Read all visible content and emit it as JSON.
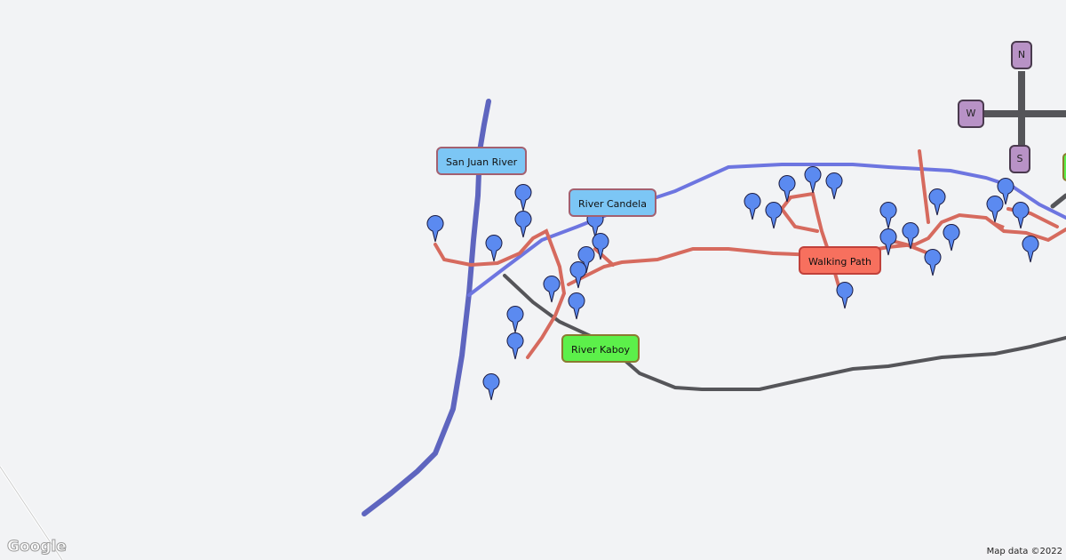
{
  "labels": {
    "san_juan": "San Juan River",
    "candela": "River Candela",
    "kaboy": "River Kaboy",
    "walking": "Walking Path"
  },
  "compass": {
    "n": "N",
    "w": "W",
    "s": "S"
  },
  "footer": {
    "logo": "Google",
    "attribution": "Map data ©2022"
  },
  "colors": {
    "river_blue": "#6d75e0",
    "san_juan": "#5e65bf",
    "path_red": "#d66a5e",
    "road_gray": "#555559",
    "marker": "#5b8af0"
  }
}
